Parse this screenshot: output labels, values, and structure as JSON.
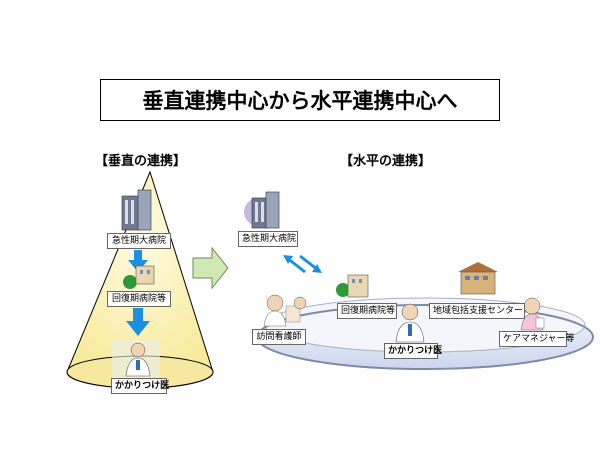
{
  "title": "垂直連携中心から水平連携中心へ",
  "vertical": {
    "label": "【垂直の連携】",
    "nodes": [
      "急性期大病院",
      "回復期病院等",
      "かかりつけ医"
    ]
  },
  "horizontal": {
    "label": "【水平の連携】",
    "nodes": {
      "acute": "急性期大病院",
      "recovery": "回復期病院等",
      "community": "地域包括支援センター",
      "nursing": "訪問看護師",
      "gp": "かかりつけ医",
      "care_manager": "ケアマネジャー等"
    }
  },
  "colors": {
    "cone_fill": "#fbf0a8",
    "arrow_blue": "#1e8fe0",
    "arrow_green": "#cfe8b4",
    "ring": "#e6ecf8"
  },
  "icons": [
    "hospital-icon",
    "clinic-icon",
    "doctor-icon",
    "nurse-icon",
    "care-center-icon",
    "care-manager-icon"
  ]
}
